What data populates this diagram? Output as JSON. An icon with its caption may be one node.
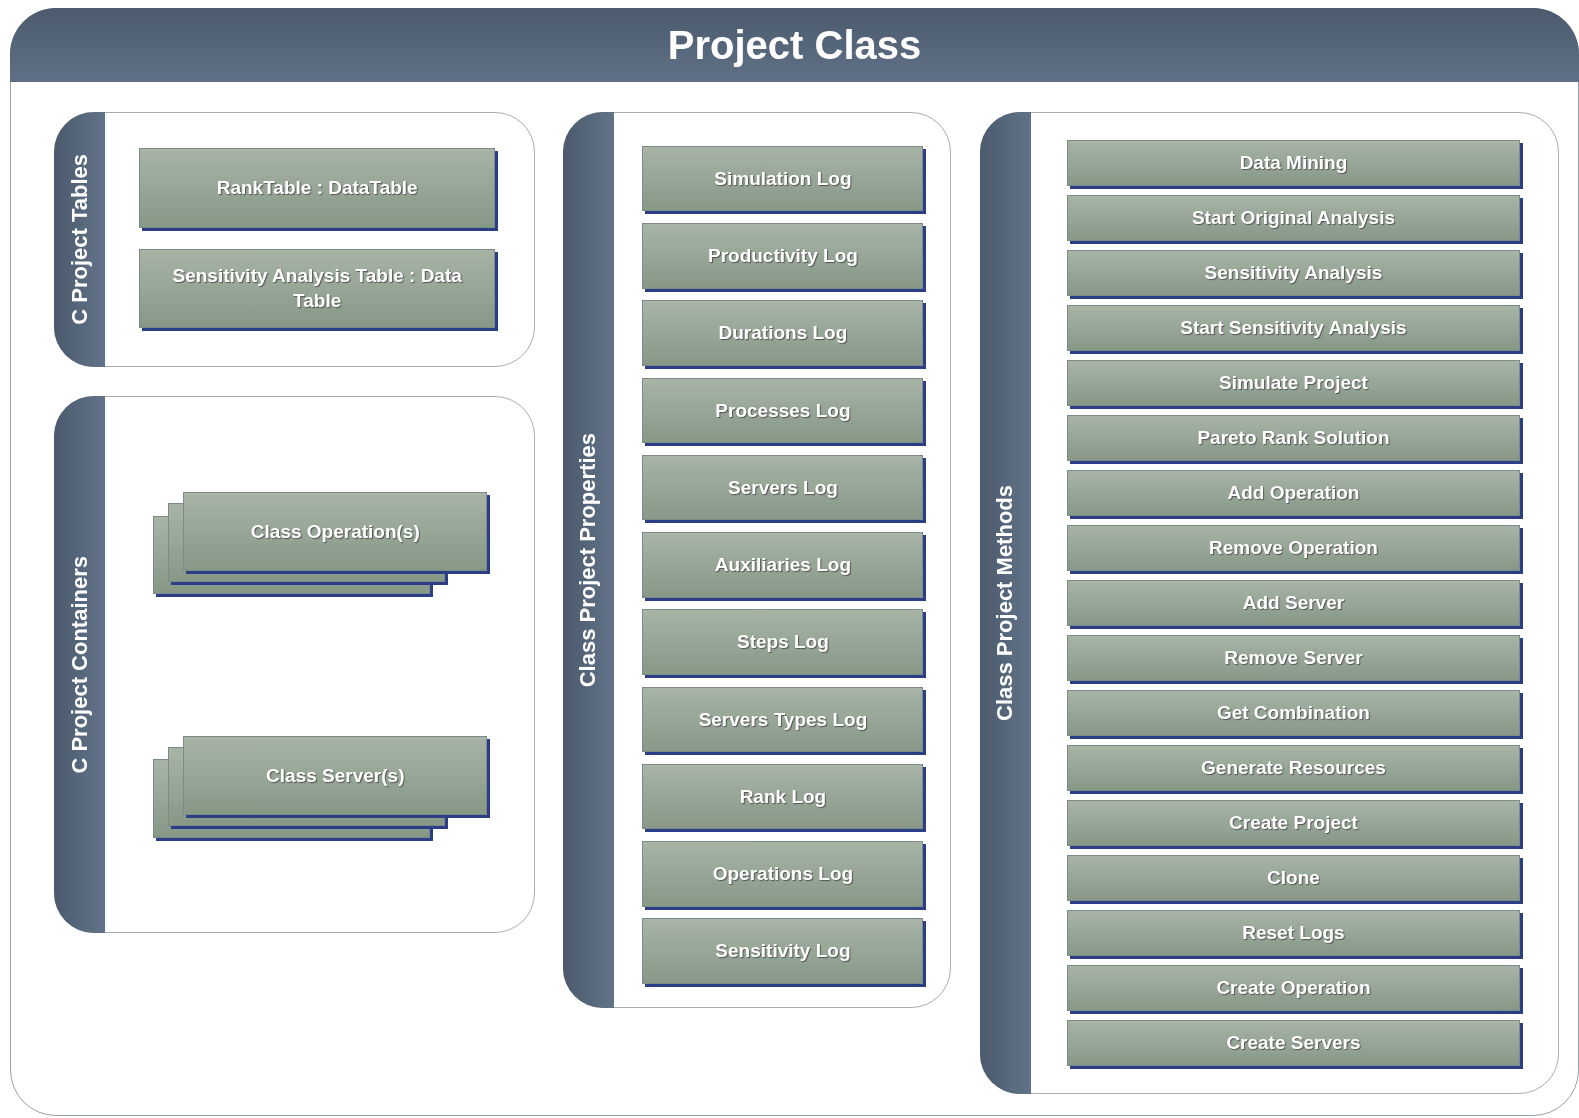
{
  "diagram": {
    "nodes": [
      {
        "text": [
          "Project Class"
        ]
      },
      {
        "text": [
          "C Project Tables"
        ],
        "in": 0
      },
      {
        "text": [
          "RankTable : DataTable"
        ],
        "in": 1
      },
      {
        "text": [
          "Sensitivity Analysis Table : Data Table"
        ],
        "in": 1
      },
      {
        "text": [
          "C Project Containers"
        ],
        "in": 0
      },
      {
        "text": [
          "Class Operation(s)"
        ],
        "in": 4
      },
      {
        "text": [
          "Class Server(s)"
        ],
        "in": 4
      },
      {
        "text": [
          "Class Project Properties"
        ],
        "in": 0
      },
      {
        "text": [
          "Simulation Log"
        ],
        "in": 7
      },
      {
        "text": [
          "Productivity Log"
        ],
        "in": 7
      },
      {
        "text": [
          "Durations Log"
        ],
        "in": 7
      },
      {
        "text": [
          "Processes Log"
        ],
        "in": 7
      },
      {
        "text": [
          "Servers Log"
        ],
        "in": 7
      },
      {
        "text": [
          "Auxiliaries Log"
        ],
        "in": 7
      },
      {
        "text": [
          "Steps Log"
        ],
        "in": 7
      },
      {
        "text": [
          "Servers Types Log"
        ],
        "in": 7
      },
      {
        "text": [
          "Rank Log"
        ],
        "in": 7
      },
      {
        "text": [
          "Operations Log"
        ],
        "in": 7
      },
      {
        "text": [
          "Sensitivity Log"
        ],
        "in": 7
      },
      {
        "text": [
          "Class Project Methods"
        ],
        "in": 0
      },
      {
        "text": [
          "Data Mining"
        ],
        "in": 19
      },
      {
        "text": [
          "Start Original Analysis"
        ],
        "in": 19
      },
      {
        "text": [
          "Sensitivity Analysis"
        ],
        "in": 19
      },
      {
        "text": [
          "Start Sensitivity Analysis"
        ],
        "in": 19
      },
      {
        "text": [
          "Simulate Project"
        ],
        "in": 19
      },
      {
        "text": [
          "Pareto Rank Solution"
        ],
        "in": 19
      },
      {
        "text": [
          "Add Operation"
        ],
        "in": 19
      },
      {
        "text": [
          "Remove Operation"
        ],
        "in": 19
      },
      {
        "text": [
          "Add Server"
        ],
        "in": 19
      },
      {
        "text": [
          "Remove Server"
        ],
        "in": 19
      },
      {
        "text": [
          "Get Combination"
        ],
        "in": 19
      },
      {
        "text": [
          "Generate Resources"
        ],
        "in": 19
      },
      {
        "text": [
          "Create Project"
        ],
        "in": 19
      },
      {
        "text": [
          "Clone"
        ],
        "in": 19
      },
      {
        "text": [
          "Reset Logs"
        ],
        "in": 19
      },
      {
        "text": [
          "Create Operation"
        ],
        "in": 19
      },
      {
        "text": [
          "Create Servers"
        ],
        "in": 19
      }
    ]
  }
}
